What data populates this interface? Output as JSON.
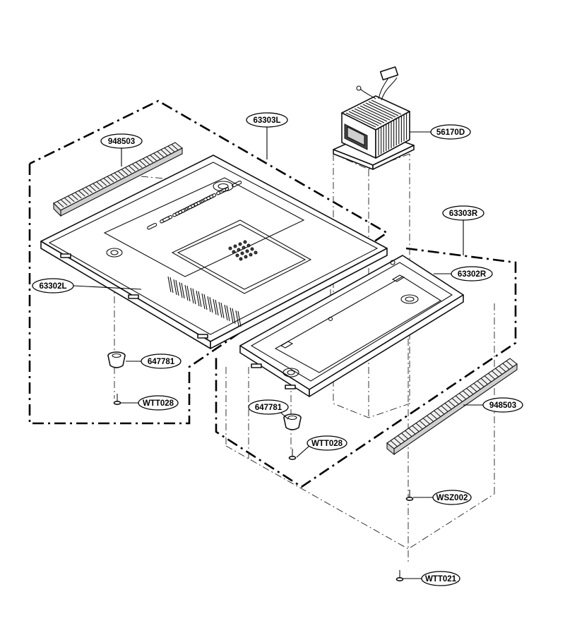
{
  "callouts": [
    {
      "id": "c-948503-a",
      "label": "948503"
    },
    {
      "id": "c-63303L",
      "label": "63303L"
    },
    {
      "id": "c-56170D",
      "label": "56170D"
    },
    {
      "id": "c-63303R",
      "label": "63303R"
    },
    {
      "id": "c-63302R",
      "label": "63302R"
    },
    {
      "id": "c-63302L",
      "label": "63302L"
    },
    {
      "id": "c-647781-a",
      "label": "647781"
    },
    {
      "id": "c-WTT028-a",
      "label": "WTT028"
    },
    {
      "id": "c-647781-b",
      "label": "647781"
    },
    {
      "id": "c-WTT028-b",
      "label": "WTT028"
    },
    {
      "id": "c-948503-b",
      "label": "948503"
    },
    {
      "id": "c-WSZ002",
      "label": "WSZ002"
    },
    {
      "id": "c-WTT021",
      "label": "WTT021"
    }
  ]
}
